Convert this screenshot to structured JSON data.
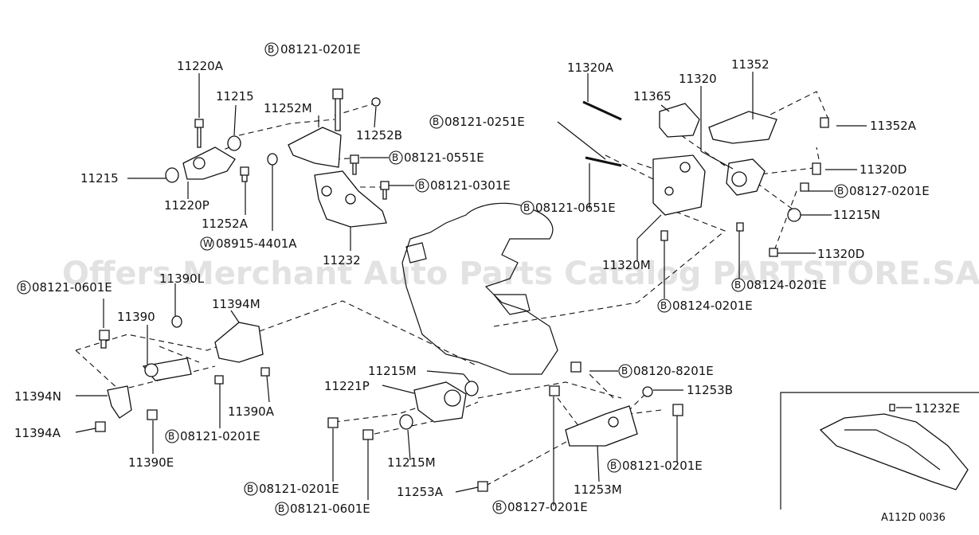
{
  "watermark": "Offers Merchant Auto Parts Catalog PARTSTORE.SA",
  "figure_code": "A112D 0036",
  "labels": {
    "p11220A": "11220A",
    "p11215a": "11215",
    "p11215b": "11215",
    "p11220P": "11220P",
    "p11252M": "11252M",
    "p11252B": "11252B",
    "p11252A": "11252A",
    "p08915_4401A": "08915-4401A",
    "p11232": "11232",
    "b08121_0201E_top": "08121-0201E",
    "b08121_0551E": "08121-0551E",
    "b08121_0301E": "08121-0301E",
    "b08121_0251E": "08121-0251E",
    "b08121_0651E": "08121-0651E",
    "p11320A": "11320A",
    "p11365": "11365",
    "p11320": "11320",
    "p11352": "11352",
    "p11352A": "11352A",
    "p11320D_a": "11320D",
    "b08127_0201E_r": "08127-0201E",
    "p11215N": "11215N",
    "p11320D_b": "11320D",
    "p11320M": "11320M",
    "b08124_0201E_a": "08124-0201E",
    "b08124_0201E_b": "08124-0201E",
    "b08121_0601E_l": "08121-0601E",
    "p11390L": "11390L",
    "p11390": "11390",
    "p11394M": "11394M",
    "p11394N": "11394N",
    "p11394A": "11394A",
    "p11390E": "11390E",
    "p11390A": "11390A",
    "b08121_0201E_l": "08121-0201E",
    "p11215M_a": "11215M",
    "p11221P": "11221P",
    "p11215M_b": "11215M",
    "b08121_0201E_bl": "08121-0201E",
    "b08121_0601E_b": "08121-0601E",
    "b08120_8201E": "08120-8201E",
    "p11253B": "11253B",
    "b08121_0201E_br": "08121-0201E",
    "p11253A": "11253A",
    "b08127_0201E_b": "08127-0201E",
    "p11253M": "11253M",
    "p11232E": "11232E"
  },
  "prefix": {
    "B": "B",
    "W": "W"
  }
}
